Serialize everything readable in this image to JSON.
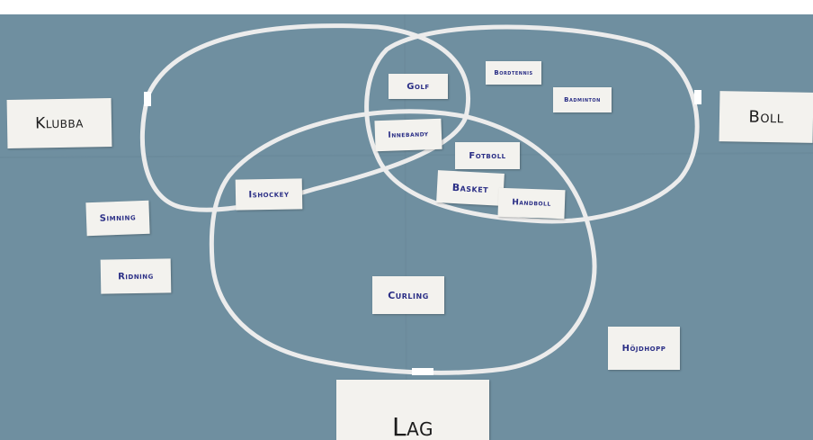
{
  "colors": {
    "table": "#6f8fa0",
    "rope": "#eeeeee",
    "card": "#f3f2ee",
    "marker_blue": "#2b2f86",
    "marker_black": "#1c1c1c"
  },
  "categories": {
    "klubba": "Klubba",
    "boll": "Boll",
    "lag": "Lag"
  },
  "sports": {
    "golf": "Golf",
    "bordtennis": "Bordtennis",
    "badminton": "Badminton",
    "innebandy": "Innebandy",
    "fotboll": "Fotboll",
    "basket": "Basket",
    "handboll": "Handboll",
    "ishockey": "Ishockey",
    "simning": "Simning",
    "ridning": "Ridning",
    "curling": "Curling",
    "hojdhopp": "Höjdhopp"
  }
}
